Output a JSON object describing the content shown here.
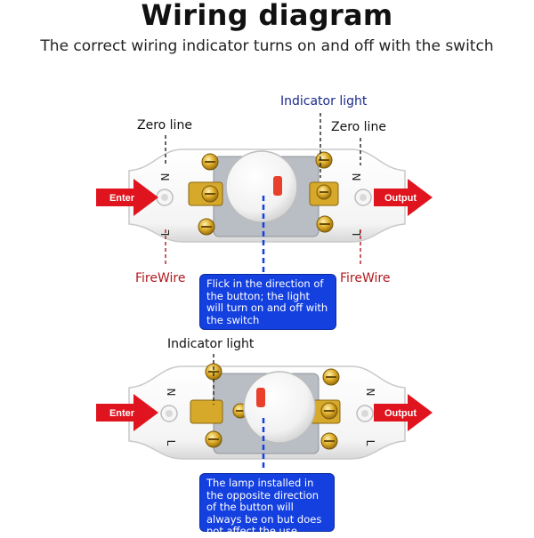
{
  "header": {
    "title": "Wiring diagram",
    "subtitle": "The correct wiring indicator turns on and off with the switch"
  },
  "top_diagram": {
    "zero_line_left": "Zero line",
    "indicator_light": "Indicator light",
    "zero_line_right": "Zero line",
    "firewire_left": "FireWire",
    "firewire_right": "FireWire",
    "enter": "Enter",
    "output": "Output",
    "letter_n": "N",
    "letter_l": "L",
    "note": "Flick in the direction of the button; the light will turn on and off with the switch"
  },
  "bottom_diagram": {
    "indicator_light": "Indicator light",
    "enter": "Enter",
    "output": "Output",
    "letter_n": "N",
    "letter_l": "L",
    "note": "The lamp installed in the opposite direction of the button will always be on but does not affect the use"
  },
  "colors": {
    "arrow_red": "#e0141e",
    "note_blue": "#1440e0",
    "label_blue": "#1a2a8c",
    "label_red": "#b0191e",
    "indicator_red": "#e8402a"
  }
}
